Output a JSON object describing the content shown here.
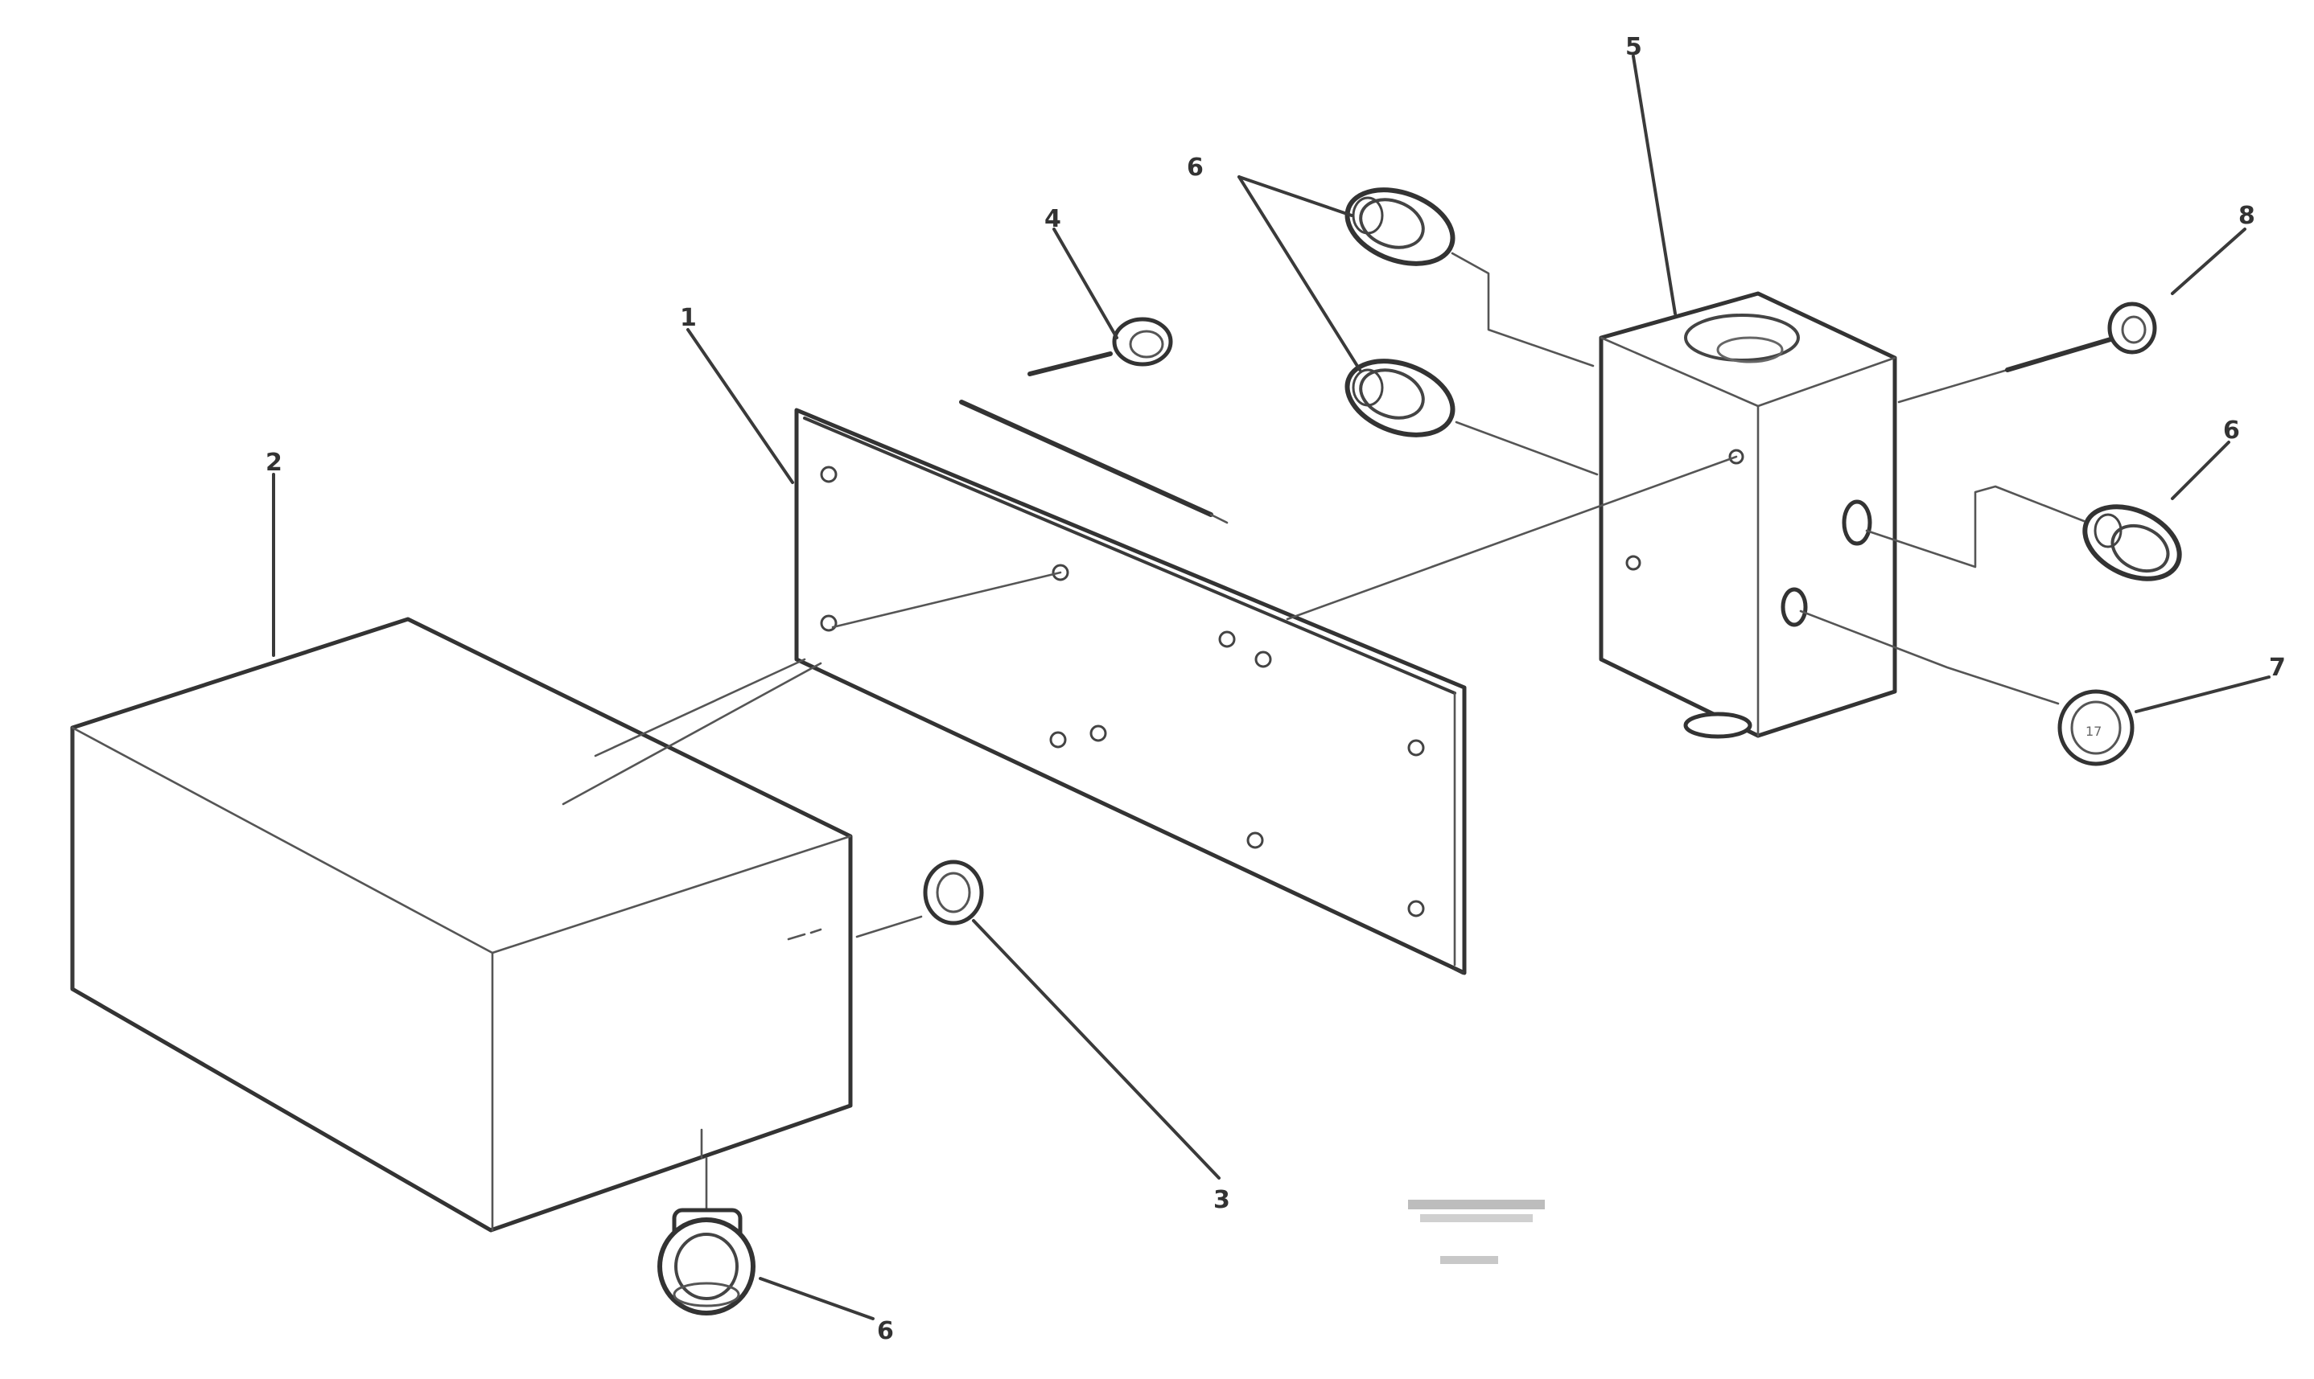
{
  "drawing": {
    "view": "exploded-view",
    "part_numbers": {
      "tank": "2",
      "plate": "1",
      "bracket_screw": "4",
      "valve_block": "5",
      "hose_fittings_pair": "6",
      "valve_screw": "8",
      "right_fitting": "6",
      "plug": "7",
      "tank_nut": "3",
      "drain_fitting": "6"
    },
    "reference": {
      "drawing_code": "",
      "sheet_code": ""
    }
  }
}
